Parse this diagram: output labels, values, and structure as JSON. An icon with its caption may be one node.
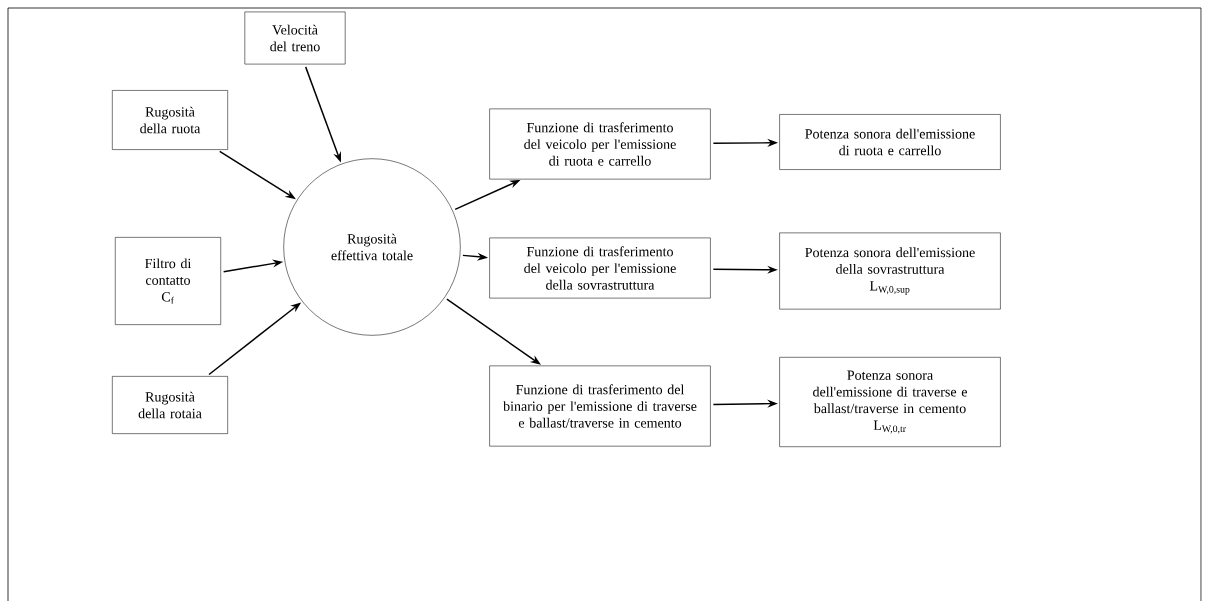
{
  "diagram": {
    "nodes": [
      {
        "text": [
          "Velocità del treno"
        ]
      },
      {
        "text": [
          "Rugosità della ruota"
        ]
      },
      {
        "text": [
          "Filtro di contatto",
          "C$_{f}$"
        ]
      },
      {
        "text": [
          "Rugosità della rotaia"
        ]
      },
      {
        "text": [
          "Rugosità effettiva totale"
        ]
      },
      {
        "text": [
          "Funzione di trasferimento del veicolo per l'emissione di ruota e carrello"
        ]
      },
      {
        "text": [
          "Funzione di trasferimento del veicolo per l'emissione della sovrastruttura"
        ]
      },
      {
        "text": [
          "Funzione di trasferimento del binario per l'emissione di traverse e ballast/traverse in cemento"
        ]
      },
      {
        "text": [
          "Potenza sonora dell'emissione di ruota e carrello"
        ]
      },
      {
        "text": [
          "Potenza sonora dell'emissione della sovrastruttura",
          "L$_{W,0,sup}$"
        ]
      },
      {
        "text": [
          "Potenza sonora dell'emissione di traverse e ballast/traverse in cemento",
          "L$_{W,0,tr}$"
        ]
      }
    ],
    "edges": [
      {
        "from": 0,
        "to": 4,
        "arrow": "to"
      },
      {
        "from": 1,
        "to": 4,
        "arrow": "to"
      },
      {
        "from": 2,
        "to": 4,
        "arrow": "to"
      },
      {
        "from": 3,
        "to": 4,
        "arrow": "to"
      },
      {
        "from": 4,
        "to": 5,
        "arrow": "to"
      },
      {
        "from": 4,
        "to": 6,
        "arrow": "to"
      },
      {
        "from": 4,
        "to": 7,
        "arrow": "to"
      },
      {
        "from": 5,
        "to": 8,
        "arrow": "to"
      },
      {
        "from": 6,
        "to": 9,
        "arrow": "to"
      },
      {
        "from": 7,
        "to": 10,
        "arrow": "to"
      }
    ]
  }
}
